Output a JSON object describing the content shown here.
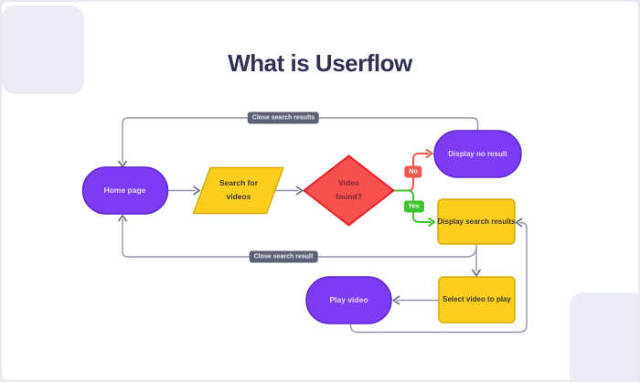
{
  "title": "What is Userflow",
  "flowchart": {
    "nodes": {
      "home": {
        "type": "stadium",
        "label": "Home page"
      },
      "search": {
        "type": "parallelogram",
        "label": "Search for videos"
      },
      "video_found": {
        "type": "decision",
        "label": "Video found?"
      },
      "display_no_result": {
        "type": "stadium",
        "label": "Display no result"
      },
      "display_search_results": {
        "type": "process",
        "label": "Display search results"
      },
      "select_video": {
        "type": "process",
        "label": "Select video to play"
      },
      "play_video": {
        "type": "stadium",
        "label": "Play video"
      }
    },
    "edges": {
      "no": "No",
      "yes": "Yes",
      "close_search_results": "Close search results",
      "close_search_result": "Close search result"
    },
    "colors": {
      "node_purple": "#7d3bf3",
      "node_purple_border": "#5d24d1",
      "node_yellow": "#fbcd1d",
      "node_yellow_border": "#dba70e",
      "decision_red": "#f7514e",
      "decision_red_border": "#ef1d24",
      "edge_gray": "#8f93a8",
      "edge_red": "#f8574f",
      "edge_green": "#3ec42d",
      "badge_gray": "#5d6176",
      "title_navy": "#2f3153",
      "background_accent": "#ececf7"
    }
  }
}
